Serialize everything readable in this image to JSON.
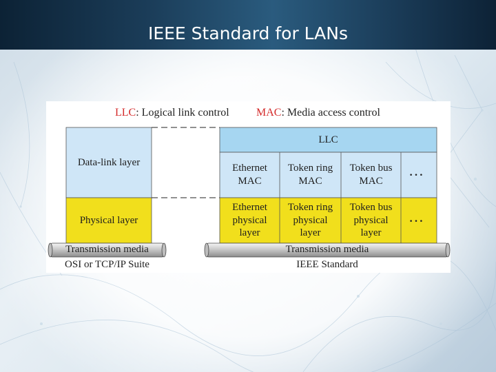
{
  "slide": {
    "title": "IEEE Standard for LANs"
  },
  "legend": {
    "llc_abbr": "LLC",
    "llc_text": ": Logical link control",
    "mac_abbr": "MAC",
    "mac_text": ": Media access control"
  },
  "osi": {
    "data_link_label": "Data-link layer",
    "physical_label": "Physical layer",
    "media_label": "Transmission media",
    "caption": "OSI or TCP/IP Suite"
  },
  "ieee": {
    "llc_label": "LLC",
    "mac_cells": [
      "Ethernet\nMAC",
      "Token ring\nMAC",
      "Token bus\nMAC"
    ],
    "physical_cells": [
      "Ethernet\nphysical\nlayer",
      "Token ring\nphysical\nlayer",
      "Token bus\nphysical\nlayer"
    ],
    "ellipsis": "…",
    "media_label": "Transmission media",
    "caption": "IEEE Standard"
  },
  "colors": {
    "data_link_fill": "#cfe6f7",
    "llc_fill": "#a6d6f1",
    "physical_fill": "#f1df1c",
    "header_dark": "#0c2235"
  }
}
